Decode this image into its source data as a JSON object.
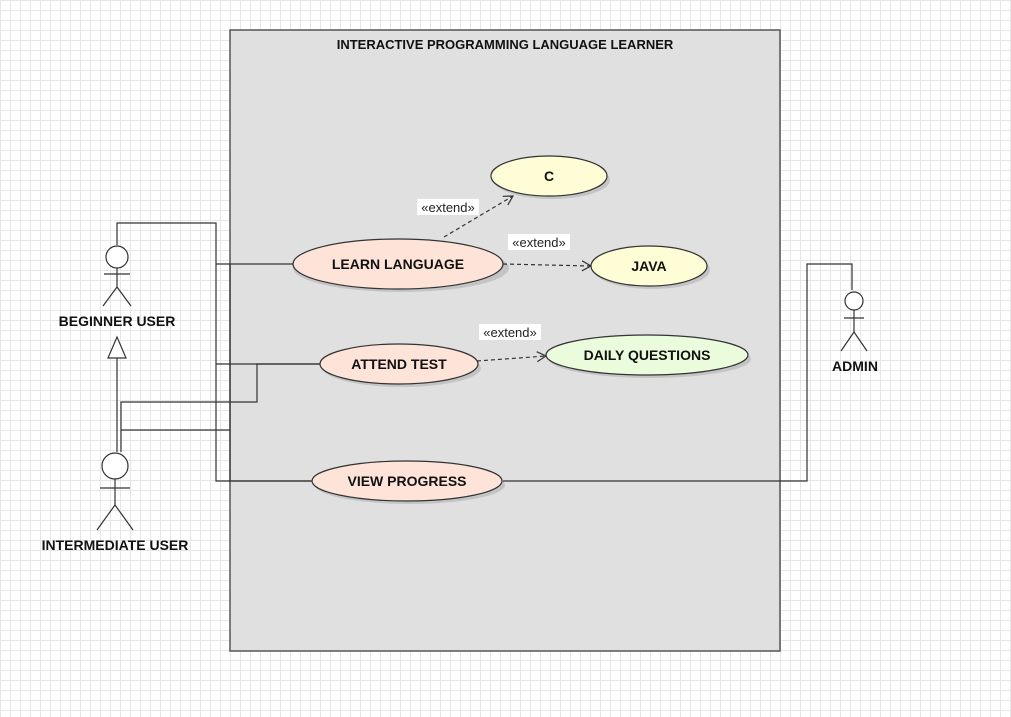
{
  "system": {
    "title": "INTERACTIVE PROGRAMMING LANGUAGE LEARNER"
  },
  "actors": {
    "beginner": {
      "label": "BEGINNER USER"
    },
    "intermediate": {
      "label": "INTERMEDIATE USER"
    },
    "admin": {
      "label": "ADMIN"
    }
  },
  "use_cases": {
    "learn_language": {
      "label": "LEARN LANGUAGE"
    },
    "attend_test": {
      "label": "ATTEND TEST"
    },
    "view_progress": {
      "label": "VIEW PROGRESS"
    },
    "c": {
      "label": "C"
    },
    "java": {
      "label": "JAVA"
    },
    "daily_questions": {
      "label": "DAILY QUESTIONS"
    }
  },
  "relations": {
    "extend_c": {
      "label": "«extend»"
    },
    "extend_java": {
      "label": "«extend»"
    },
    "extend_daily": {
      "label": "«extend»"
    }
  },
  "colors": {
    "system_fill": "#e0e0e0",
    "primary_usecase_fill": "#fde3d8",
    "extension_usecase_fill": "#fefdd6",
    "daily_usecase_fill": "#eafcdc",
    "stroke": "#333333"
  }
}
